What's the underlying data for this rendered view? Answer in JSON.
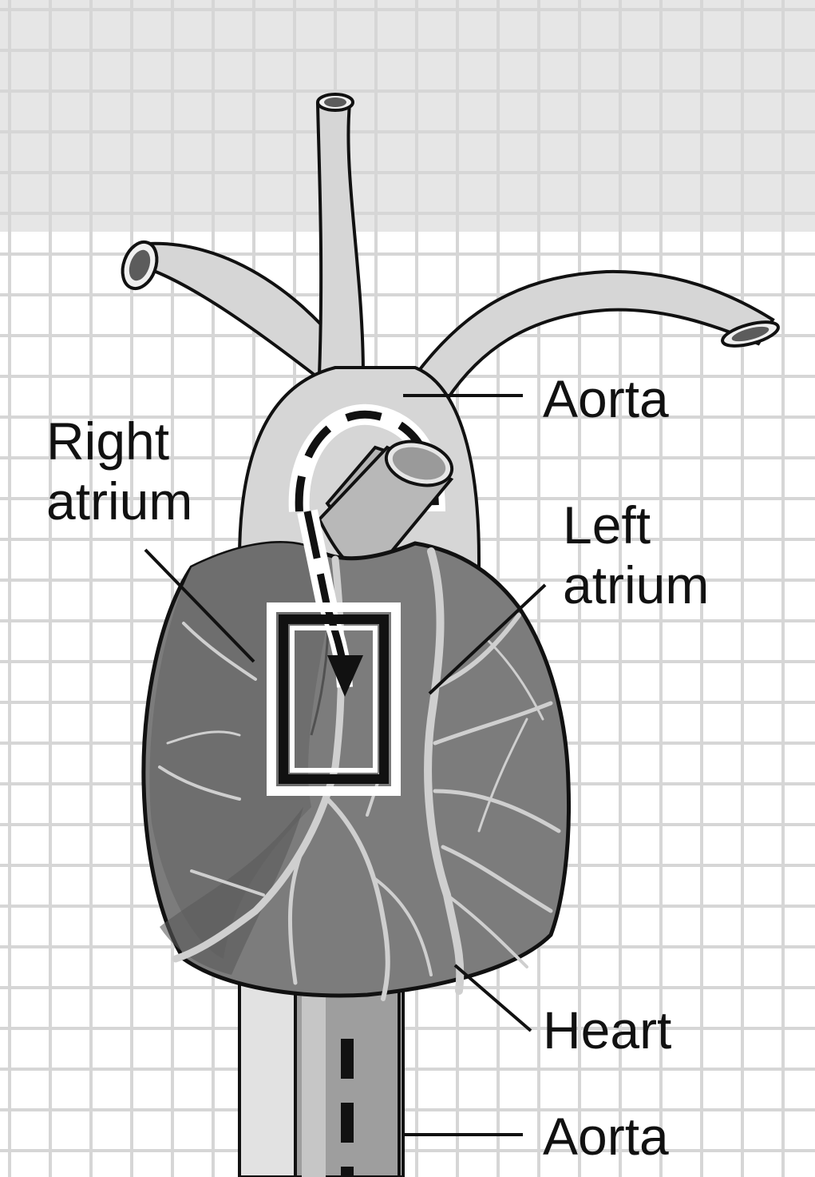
{
  "labels": {
    "aorta_top": "Aorta",
    "right_atrium_line1": "Right",
    "right_atrium_line2": "atrium",
    "left_atrium_line1": "Left",
    "left_atrium_line2": "atrium",
    "heart": "Heart",
    "aorta_bottom": "Aorta"
  },
  "colors": {
    "grid_line": "#d6d6d6",
    "top_band": "#e6e6e6",
    "vessel": "#d4d4d4",
    "heart_fill": "#7d7d7d",
    "heart_vein": "#cfcfcf",
    "outline": "#111111"
  }
}
